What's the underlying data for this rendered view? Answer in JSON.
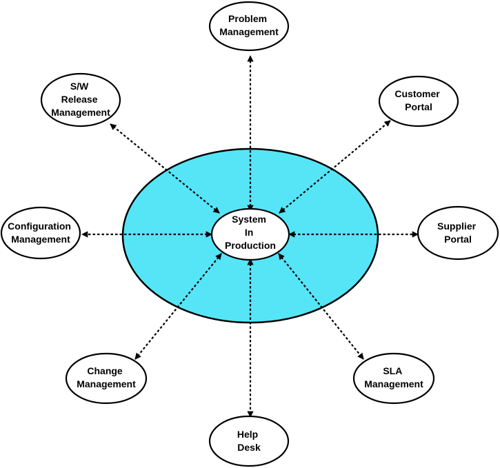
{
  "diagram": {
    "center": {
      "lines": [
        "System",
        "In",
        "Production"
      ]
    },
    "nodes": [
      {
        "id": "problem",
        "lines": [
          "Problem",
          "Management"
        ]
      },
      {
        "id": "sw-release",
        "lines": [
          "S/W",
          "Release",
          "Management"
        ]
      },
      {
        "id": "customer",
        "lines": [
          "Customer",
          "Portal"
        ]
      },
      {
        "id": "configuration",
        "lines": [
          "Configuration",
          "Management"
        ]
      },
      {
        "id": "supplier",
        "lines": [
          "Supplier",
          "Portal"
        ]
      },
      {
        "id": "change",
        "lines": [
          "Change",
          "Management"
        ]
      },
      {
        "id": "sla",
        "lines": [
          "SLA",
          "Management"
        ]
      },
      {
        "id": "help-desk",
        "lines": [
          "Help",
          "Desk"
        ]
      }
    ],
    "colors": {
      "core_fill": "#55e5f7",
      "stroke": "#000000",
      "node_fill": "#ffffff"
    }
  }
}
